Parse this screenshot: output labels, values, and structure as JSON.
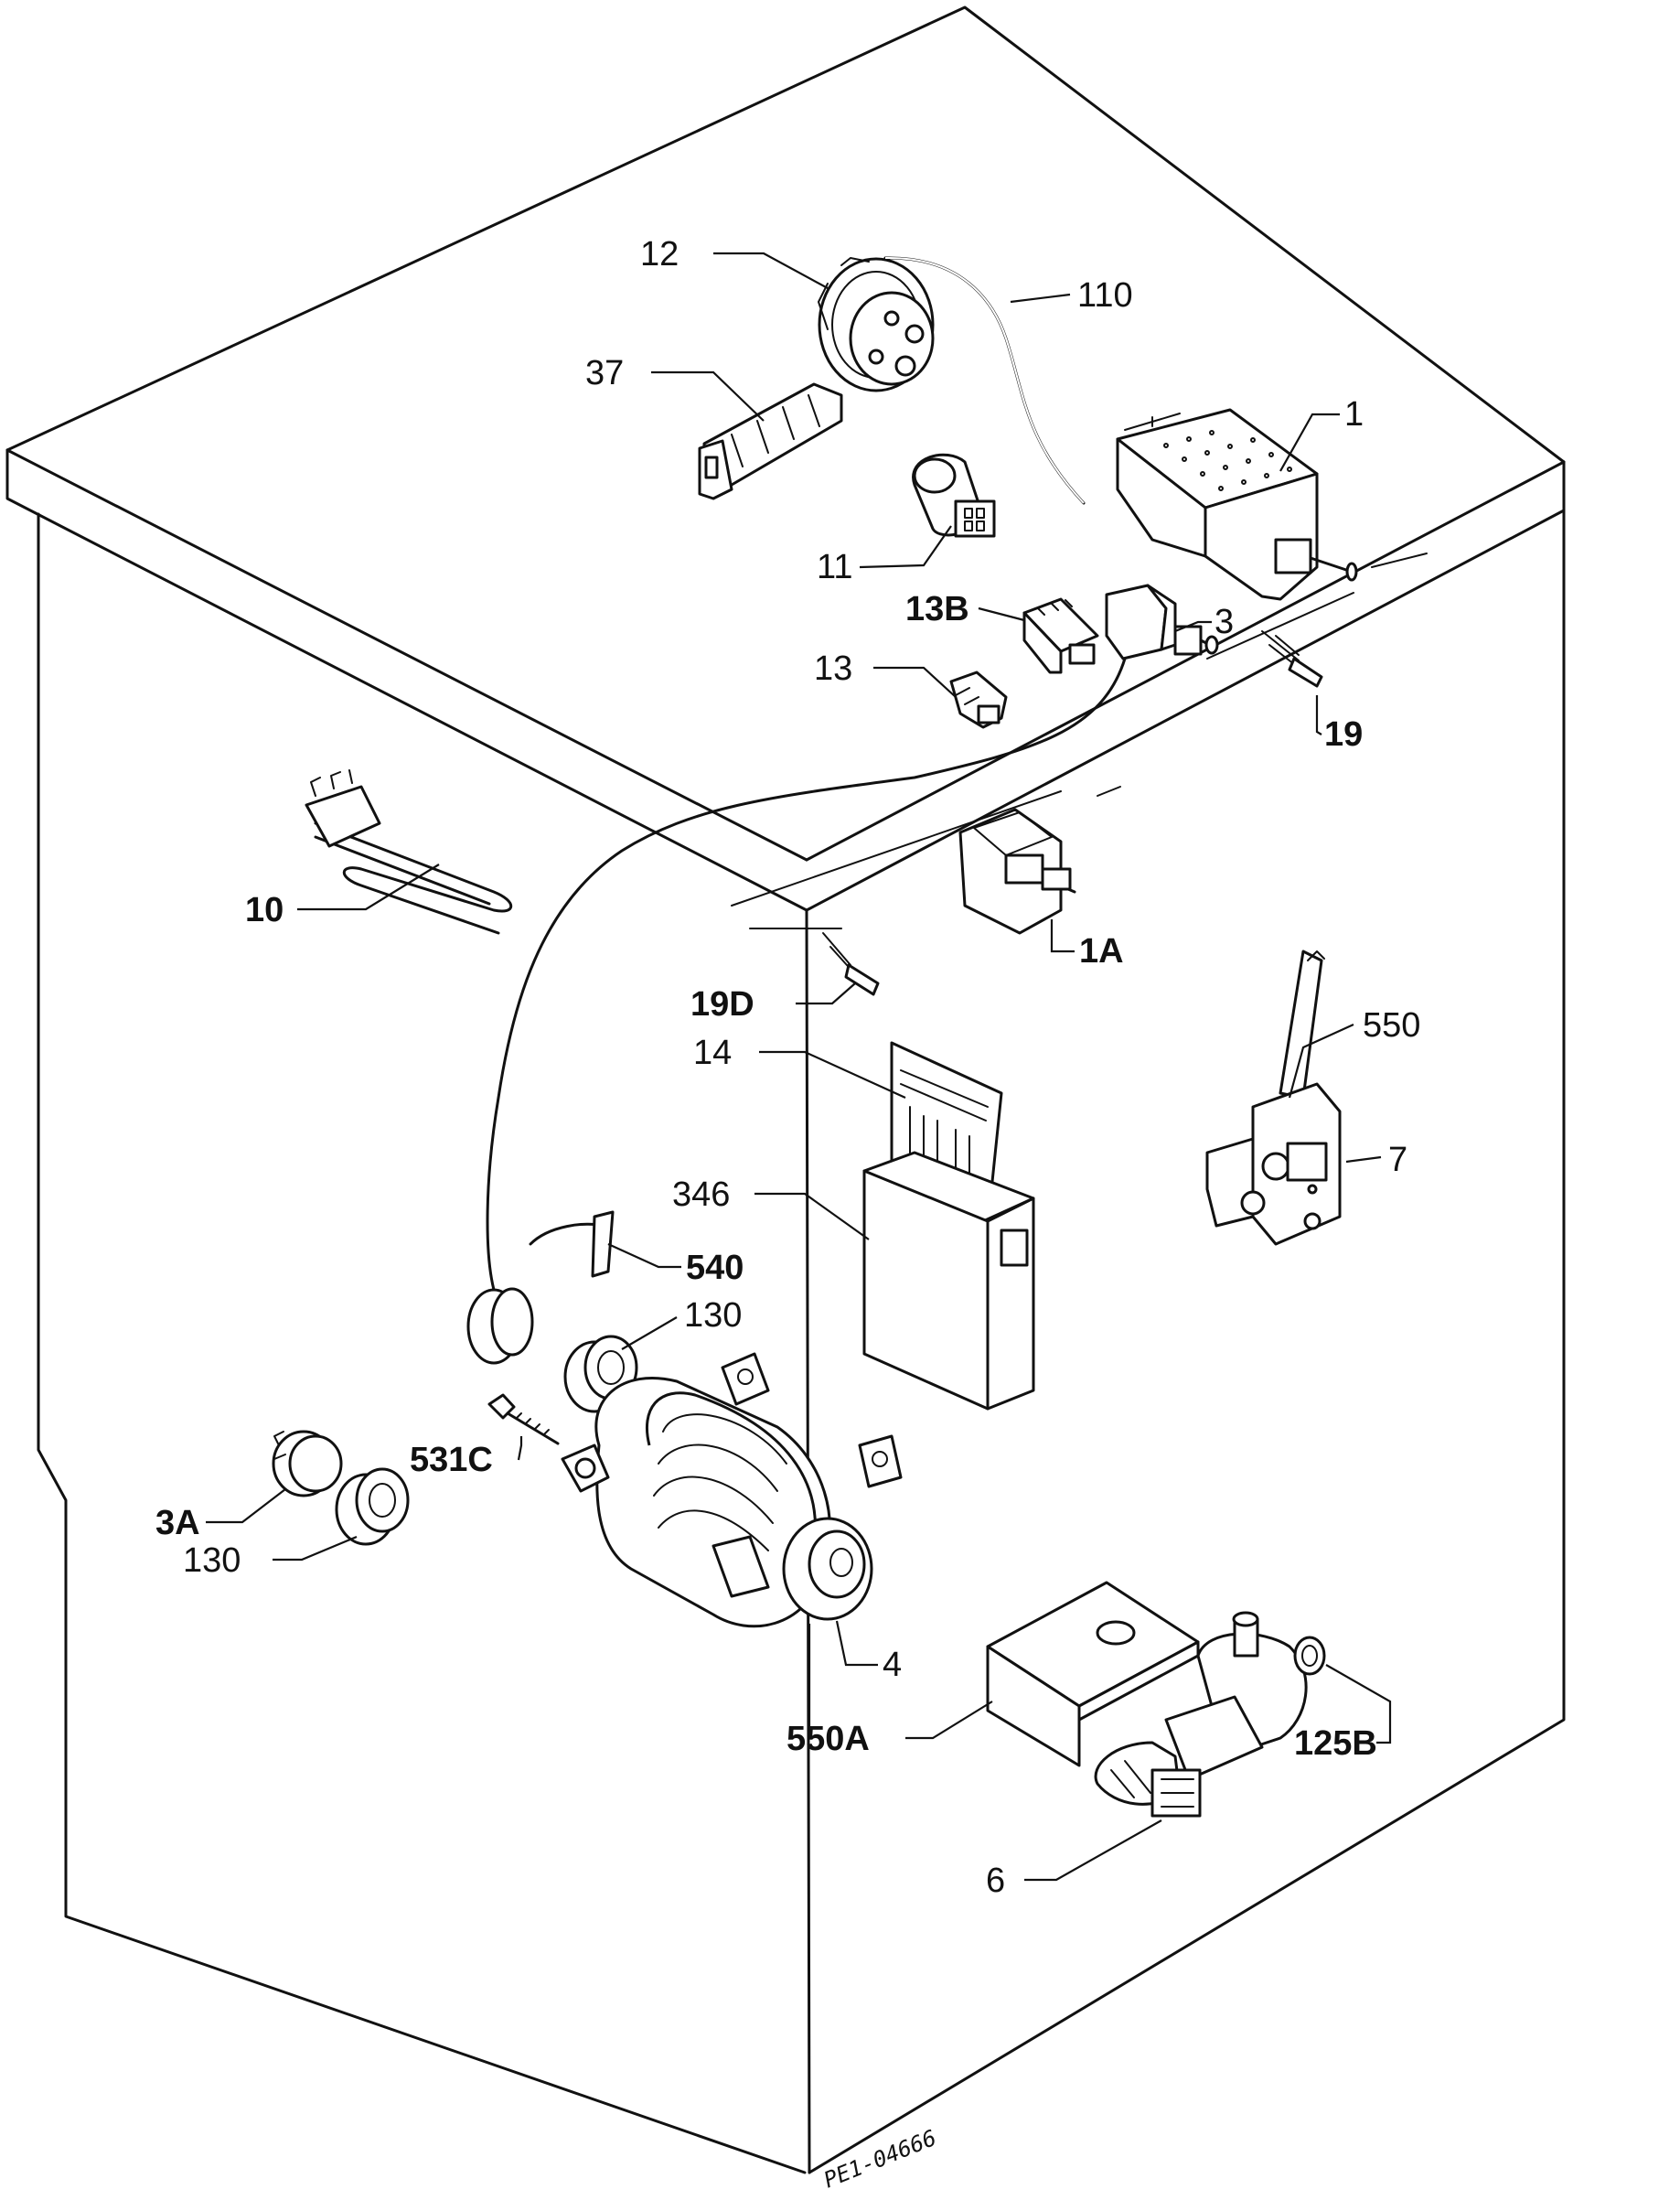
{
  "diagram": {
    "reference": "PE1-04666",
    "labels": {
      "l12": "12",
      "l110": "110",
      "l37": "37",
      "l1": "1",
      "l11": "11",
      "l13b": "13B",
      "l3": "3",
      "l13": "13",
      "l19": "19",
      "l10": "10",
      "l1a": "1A",
      "l19d": "19D",
      "l550": "550",
      "l14": "14",
      "l7": "7",
      "l346": "346",
      "l540": "540",
      "l130a": "130",
      "l531c": "531C",
      "l3a": "3A",
      "l130b": "130",
      "l4": "4",
      "l550a": "550A",
      "l125b": "125B",
      "l6": "6"
    }
  }
}
